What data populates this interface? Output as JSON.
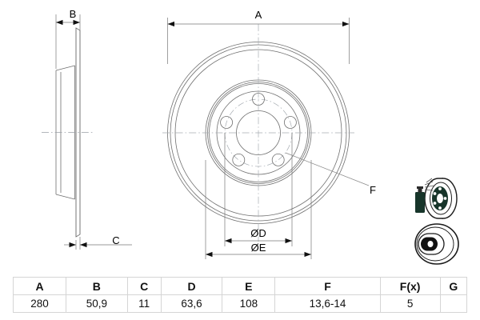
{
  "document": {
    "type": "technical-drawing",
    "subject": "brake-disc",
    "line_color": "#6b6b6b",
    "text_color": "#000000",
    "background": "#ffffff",
    "accent_green": "#1d3b2a"
  },
  "dimension_labels": {
    "A": "A",
    "B": "B",
    "C": "C",
    "D": "ØD",
    "E": "ØE",
    "F": "F"
  },
  "views": {
    "side_view": {
      "name": "side-section-view",
      "dimensions_shown": [
        "B",
        "C"
      ]
    },
    "front_view": {
      "name": "front-face-view",
      "dimensions_shown": [
        "A",
        "ØD",
        "ØE",
        "F"
      ],
      "bolt_hole_count": 5
    },
    "thumbnails": [
      {
        "name": "disc-with-spray-can",
        "caption": ""
      },
      {
        "name": "disc-perspective",
        "caption": ""
      }
    ]
  },
  "table": {
    "headers": [
      "A",
      "B",
      "C",
      "D",
      "E",
      "F",
      "F(x)",
      "G"
    ],
    "values": [
      "280",
      "50,9",
      "11",
      "63,6",
      "108",
      "13,6-14",
      "5",
      ""
    ]
  }
}
